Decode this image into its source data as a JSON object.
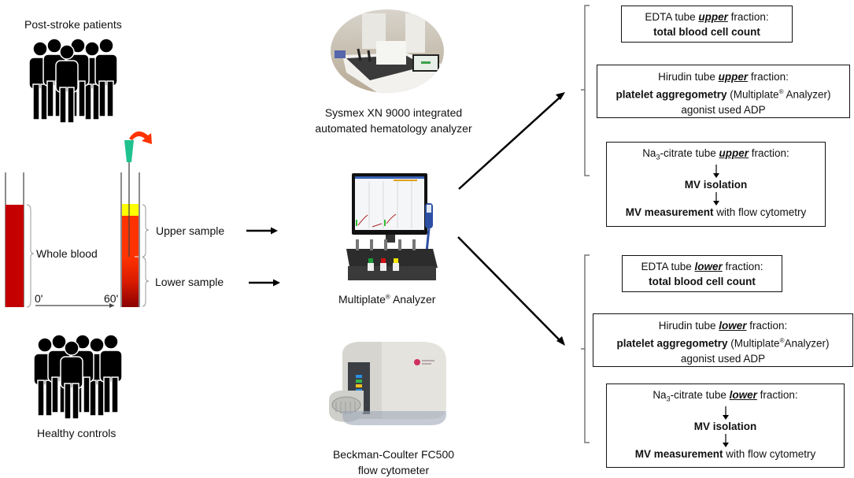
{
  "groups": {
    "patients_label": "Post-stroke patients",
    "controls_label": "Healthy controls"
  },
  "tubes": {
    "whole_blood_label": "Whole blood",
    "time_start": "0'",
    "time_end": "60'",
    "upper_sample_label": "Upper sample",
    "lower_sample_label": "Lower sample",
    "colors": {
      "whole_blood": "#c40000",
      "plasma_layer": "#ffff00",
      "upper_blood": "#ff3300",
      "lower_blood_bottom": "#8b0000",
      "needle_hub": "#1ec28f",
      "rotate_arrow": "#ff3300"
    }
  },
  "instruments": {
    "sysmex_caption_line1": "Sysmex XN 9000 integrated",
    "sysmex_caption_line2": "automated hematology analyzer",
    "multiplate_caption": "Multiplate",
    "multiplate_caption_suffix": " Analyzer",
    "registered_mark": "®",
    "beckman_caption_line1": "Beckman-Coulter FC500",
    "beckman_caption_line2": "flow cytometer"
  },
  "upper_boxes": {
    "edta": {
      "prefix": "EDTA tube ",
      "fraction": "upper",
      "suffix": " fraction:",
      "result": "total blood cell count"
    },
    "hirudin": {
      "prefix": "Hirudin tube ",
      "fraction": "upper",
      "suffix": " fraction:",
      "method_bold": "platelet aggregometry",
      "method_rest_1": " (Multiplate",
      "method_rest_2": " Analyzer)",
      "agonist": "agonist used ADP"
    },
    "citrate": {
      "prefix_1": "Na",
      "subscript": "3",
      "prefix_2": "-citrate tube ",
      "fraction": "upper",
      "suffix": " fraction:",
      "step1": "MV isolation",
      "step2_bold": "MV measurement",
      "step2_rest": " with flow cytometry"
    }
  },
  "lower_boxes": {
    "edta": {
      "prefix": "EDTA tube ",
      "fraction": "lower",
      "suffix": " fraction:",
      "result": "total blood cell count"
    },
    "hirudin": {
      "prefix": "Hirudin tube ",
      "fraction": "lower",
      "suffix": " fraction:",
      "method_bold": "platelet aggregometry",
      "method_rest_1": " (Multiplate",
      "method_rest_2": "Analyzer)",
      "agonist": "agonist used ADP"
    },
    "citrate": {
      "prefix_1": "Na",
      "subscript": "3",
      "prefix_2": "-citrate tube ",
      "fraction": "lower",
      "suffix": " fraction:",
      "step1": "MV isolation",
      "step2_bold": "MV measurement",
      "step2_rest": " with flow cytometry"
    }
  }
}
